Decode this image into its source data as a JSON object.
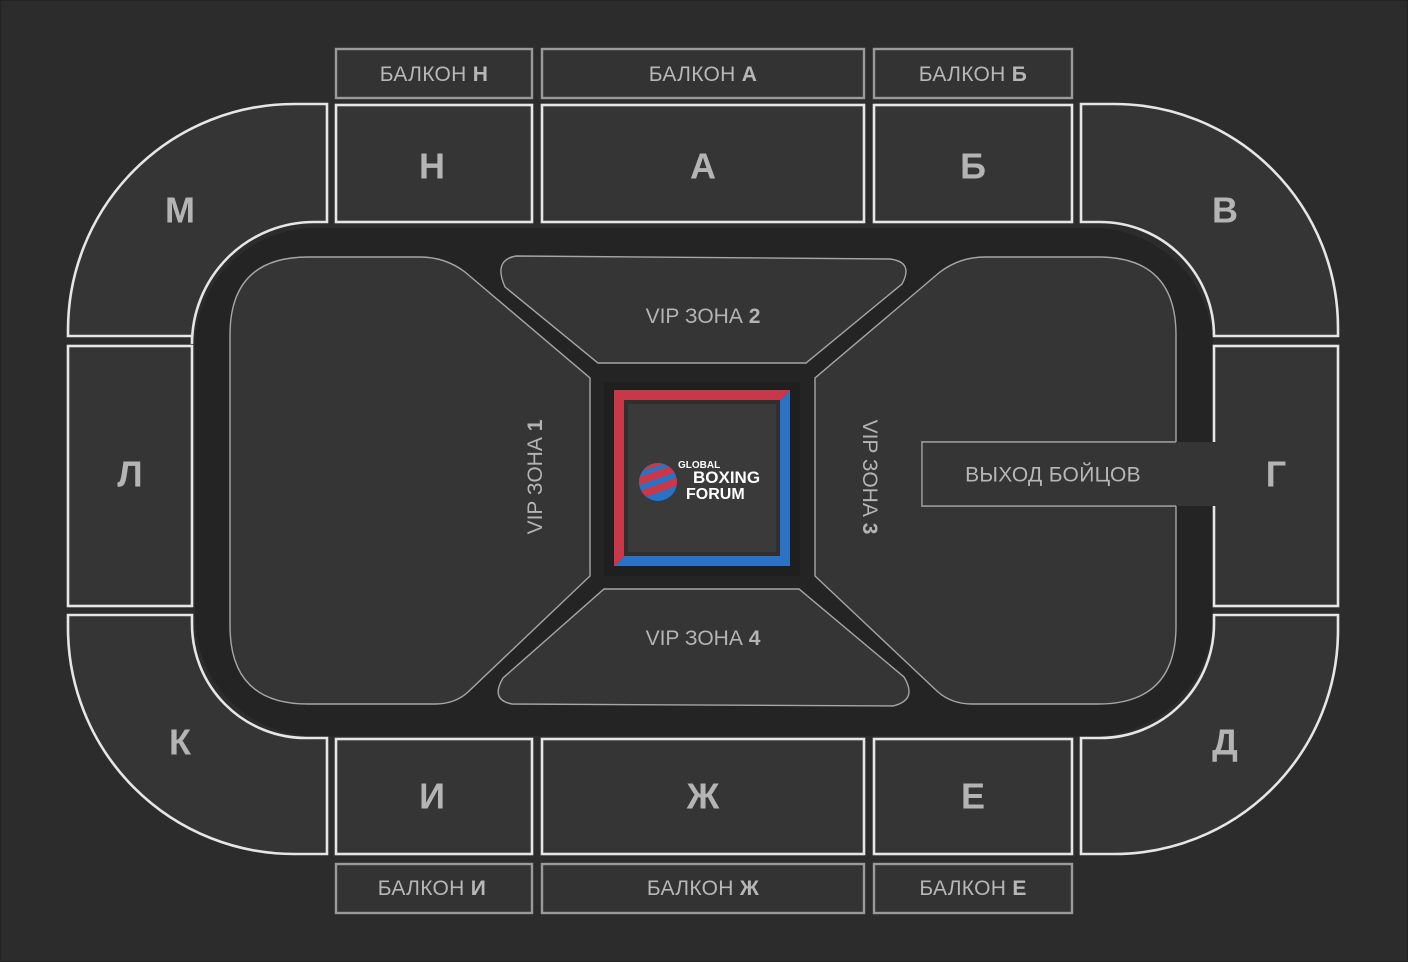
{
  "colors": {
    "background": "#242424",
    "arena_floor": "#2c2c2c",
    "sector_fill": "#353535",
    "sector_stroke": "#e6e6e6",
    "ring_red": "#c8384a",
    "ring_blue": "#2b72c4",
    "ring_canvas": "#2f2f2f"
  },
  "balconies": {
    "n": {
      "prefix": "БАЛКОН",
      "letter": "Н"
    },
    "a": {
      "prefix": "БАЛКОН",
      "letter": "А"
    },
    "b": {
      "prefix": "БАЛКОН",
      "letter": "Б"
    },
    "i": {
      "prefix": "БАЛКОН",
      "letter": "И"
    },
    "zh": {
      "prefix": "БАЛКОН",
      "letter": "Ж"
    },
    "e": {
      "prefix": "БАЛКОН",
      "letter": "Е"
    }
  },
  "sectors": {
    "n": "Н",
    "a": "А",
    "b": "Б",
    "m": "М",
    "v": "В",
    "l": "Л",
    "g": "Г",
    "k": "К",
    "d": "Д",
    "i": "И",
    "zh": "Ж",
    "e": "Е"
  },
  "vip_zones": {
    "z1": {
      "prefix": "VIP ЗОНА",
      "num": "1"
    },
    "z2": {
      "prefix": "VIP ЗОНА",
      "num": "2"
    },
    "z3": {
      "prefix": "VIP ЗОНА",
      "num": "3"
    },
    "z4": {
      "prefix": "VIP ЗОНА",
      "num": "4"
    }
  },
  "fighters_exit": "ВЫХОД БОЙЦОВ",
  "logo": {
    "line1": "GLOBAL",
    "line2": "BOXING",
    "line3": "FORUM",
    "icon": "striped-globe-icon"
  }
}
